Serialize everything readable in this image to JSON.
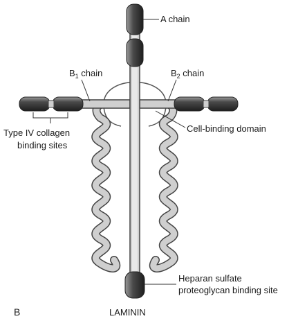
{
  "labels": {
    "a_chain": "A chain",
    "b1_chain_main": "B",
    "b1_chain_sub": "1",
    "b1_chain_rest": " chain",
    "b2_chain_main": "B",
    "b2_chain_sub": "2",
    "b2_chain_rest": " chain",
    "collagen_line1": "Type IV collagen",
    "collagen_line2": "binding sites",
    "cell_binding": "Cell-binding domain",
    "heparan_line1": "Heparan sulfate",
    "heparan_line2": "proteoglycan binding site",
    "panel_letter": "B",
    "caption": "LAMININ"
  }
}
